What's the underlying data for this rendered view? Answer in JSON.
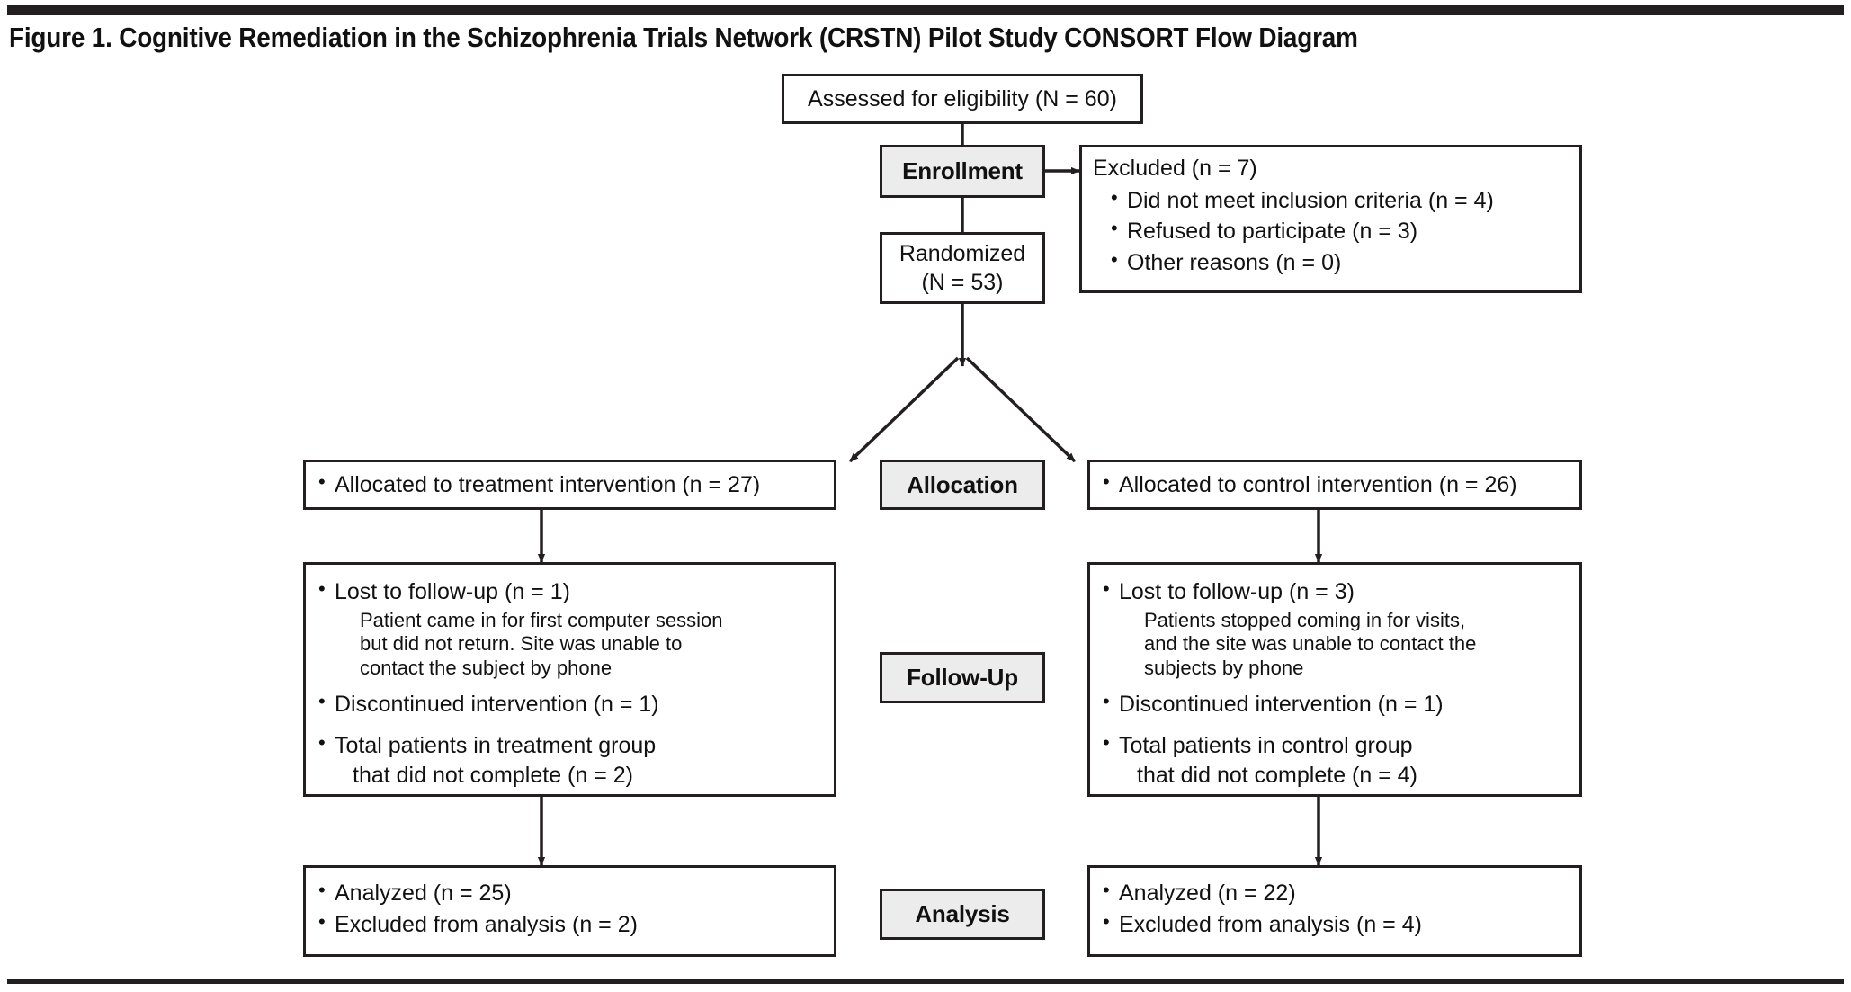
{
  "figure": {
    "title": "Figure 1. Cognitive Remediation in the Schizophrenia Trials Network (CRSTN) Pilot Study CONSORT Flow Diagram"
  },
  "stages": {
    "enrollment": "Enrollment",
    "allocation": "Allocation",
    "followup": "Follow-Up",
    "analysis": "Analysis"
  },
  "nodes": {
    "assessed": {
      "text": "Assessed for eligibility (N = 60)"
    },
    "randomized": {
      "line1": "Randomized",
      "line2": "(N = 53)"
    },
    "excluded": {
      "header": "Excluded (n = 7)",
      "items": [
        "Did not meet inclusion criteria (n = 4)",
        "Refused to participate (n = 3)",
        "Other reasons (n = 0)"
      ]
    },
    "alloc_left": {
      "item": "Allocated to treatment intervention (n = 27)"
    },
    "alloc_right": {
      "item": "Allocated to control intervention (n = 26)"
    },
    "followup_left": {
      "lost_header": "Lost to follow-up (n = 1)",
      "lost_note_l1": "Patient came in for first computer session",
      "lost_note_l2": "but did not return. Site was unable to",
      "lost_note_l3": "contact the subject by phone",
      "discontinued": "Discontinued intervention (n = 1)",
      "total_l1": "Total patients in treatment group",
      "total_l2": "that did not complete (n = 2)"
    },
    "followup_right": {
      "lost_header": "Lost to follow-up (n = 3)",
      "lost_note_l1": "Patients stopped coming in for visits,",
      "lost_note_l2": "and the site was unable to contact the",
      "lost_note_l3": "subjects by phone",
      "discontinued": "Discontinued intervention (n = 1)",
      "total_l1": "Total patients in control group",
      "total_l2": "that did not complete (n = 4)"
    },
    "analysis_left": {
      "analyzed": "Analyzed (n = 25)",
      "excluded": "Excluded from analysis (n = 2)"
    },
    "analysis_right": {
      "analyzed": "Analyzed (n = 22)",
      "excluded": "Excluded from analysis (n = 4)"
    }
  },
  "chart_data": {
    "type": "diagram",
    "title": "Figure 1. Cognitive Remediation in the Schizophrenia Trials Network (CRSTN) Pilot Study CONSORT Flow Diagram",
    "diagram_kind": "CONSORT flow diagram",
    "stages": [
      "Enrollment",
      "Allocation",
      "Follow-Up",
      "Analysis"
    ],
    "counts": {
      "assessed_for_eligibility_N": 60,
      "excluded_n": 7,
      "excluded_did_not_meet_inclusion_criteria_n": 4,
      "excluded_refused_to_participate_n": 3,
      "excluded_other_reasons_n": 0,
      "randomized_N": 53,
      "allocated_treatment_n": 27,
      "allocated_control_n": 26,
      "treatment_lost_to_followup_n": 1,
      "treatment_discontinued_intervention_n": 1,
      "treatment_total_did_not_complete_n": 2,
      "control_lost_to_followup_n": 3,
      "control_discontinued_intervention_n": 1,
      "control_total_did_not_complete_n": 4,
      "treatment_analyzed_n": 25,
      "treatment_excluded_from_analysis_n": 2,
      "control_analyzed_n": 22,
      "control_excluded_from_analysis_n": 4
    },
    "colors": {
      "ink": "#231f20",
      "stage_fill": "#ececec",
      "box_fill": "#ffffff"
    }
  }
}
